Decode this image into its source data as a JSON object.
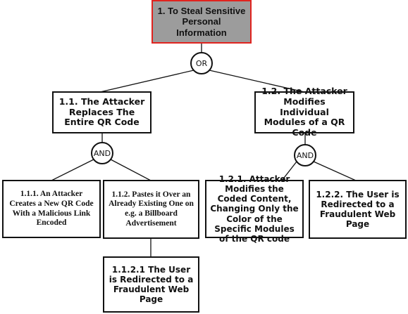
{
  "colors": {
    "root_fill": "#9c9c9c",
    "root_border": "#e0231f",
    "line": "#111111"
  },
  "nodes": {
    "root": "1. To Steal Sensitive Personal Information",
    "n1_1": "1.1. The Attacker Replaces The Entire QR Code",
    "n1_2": "1.2. The Attacker Modifies Individual Modules of a QR Code",
    "n1_1_1": "1.1.1. An Attacker Creates a New QR Code With a Malicious Link Encoded",
    "n1_1_2": "1.1.2. Pastes it Over an Already Existing One on e.g. a Billboard Advertisement",
    "n1_1_2_1": "1.1.2.1 The User is Redirected to a Fraudulent Web Page",
    "n1_2_1": "1.2.1. Attacker Modifies the Coded Content, Changing Only the Color of the Specific Modules of the QR code",
    "n1_2_2": "1.2.2. The User is Redirected to a Fraudulent Web Page"
  },
  "gates": {
    "root_gate": "OR",
    "gate_1_1": "AND",
    "gate_1_2": "AND"
  }
}
